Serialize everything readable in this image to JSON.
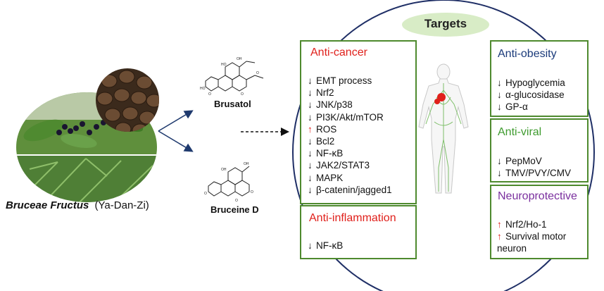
{
  "colors": {
    "box_border": "#4e8a2e",
    "anticancer_title": "#e0201b",
    "antiinflammation_title": "#e0201b",
    "antiobesity_title": "#1a3a7a",
    "antiviral_title": "#3f9b2f",
    "neuroprotective_title": "#7a2f9e",
    "up_arrow": "#e0201b",
    "down_arrow": "#111111",
    "targets_pill": "#d8ecc6"
  },
  "plant": {
    "name_italic": "Bruceae Fructus",
    "name_rest": "(Ya-Dan-Zi)"
  },
  "compounds": [
    {
      "label": "Brusatol"
    },
    {
      "label": "Bruceine D"
    }
  ],
  "targets_title": "Targets",
  "anticancer": {
    "title": "Anti-cancer",
    "items": [
      {
        "arrow": "↓",
        "dir": "down",
        "text": "EMT process"
      },
      {
        "arrow": "↓",
        "dir": "down",
        "text": "Nrf2"
      },
      {
        "arrow": "↓",
        "dir": "down",
        "text": "JNK/p38"
      },
      {
        "arrow": "↓",
        "dir": "down",
        "text": "PI3K/Akt/mTOR"
      },
      {
        "arrow": "↑",
        "dir": "up",
        "text": "ROS"
      },
      {
        "arrow": "↓",
        "dir": "down",
        "text": "Bcl2"
      },
      {
        "arrow": "↓",
        "dir": "down",
        "text": "NF-κB"
      },
      {
        "arrow": "↓",
        "dir": "down",
        "text": "JAK2/STAT3"
      },
      {
        "arrow": "↓",
        "dir": "down",
        "text": "MAPK"
      },
      {
        "arrow": "↓",
        "dir": "down",
        "text": "β-catenin/jagged1"
      }
    ]
  },
  "antiinflammation": {
    "title": "Anti-inflammation",
    "items": [
      {
        "arrow": "↓",
        "dir": "down",
        "text": "NF-κB"
      }
    ]
  },
  "antiobesity": {
    "title": "Anti-obesity",
    "items": [
      {
        "arrow": "↓",
        "dir": "down",
        "text": "Hypoglycemia"
      },
      {
        "arrow": "↓",
        "dir": "down",
        "text": "α-glucosidase"
      },
      {
        "arrow": "↓",
        "dir": "down",
        "text": "GP-α"
      }
    ]
  },
  "antiviral": {
    "title": "Anti-viral",
    "items": [
      {
        "arrow": "↓",
        "dir": "down",
        "text": "PepMoV"
      },
      {
        "arrow": "↓",
        "dir": "down",
        "text": "TMV/PVY/CMV"
      }
    ]
  },
  "neuroprotective": {
    "title": "Neuroprotective",
    "items": [
      {
        "arrow": "↑",
        "dir": "up",
        "text": "Nrf2/Ho-1"
      },
      {
        "arrow": "↑",
        "dir": "up",
        "text": "Survival motor"
      },
      {
        "arrow": "",
        "dir": "none",
        "text": "neuron"
      }
    ]
  }
}
